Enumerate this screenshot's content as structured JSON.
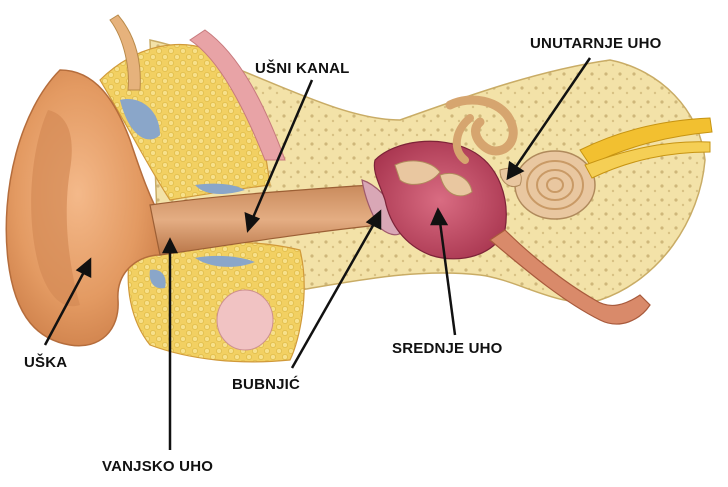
{
  "labels": {
    "ear_canal": "UŠNI KANAL",
    "inner_ear": "UNUTARNJE UHO",
    "middle_ear": "SREDNJE UHO",
    "auricle": "UŠKA",
    "eardrum": "BUBNJIĆ",
    "outer_ear": "VANJSKO UHO"
  },
  "colors": {
    "skin": "#e8a06a",
    "bone": "#f3e2a8",
    "fat": "#f2d062",
    "middle_ear_cavity": "#c14a63",
    "cochlea": "#e9c7a0",
    "nerve": "#f2c030",
    "blue_vessels": "#8aa6c9",
    "arrow": "#111111"
  }
}
